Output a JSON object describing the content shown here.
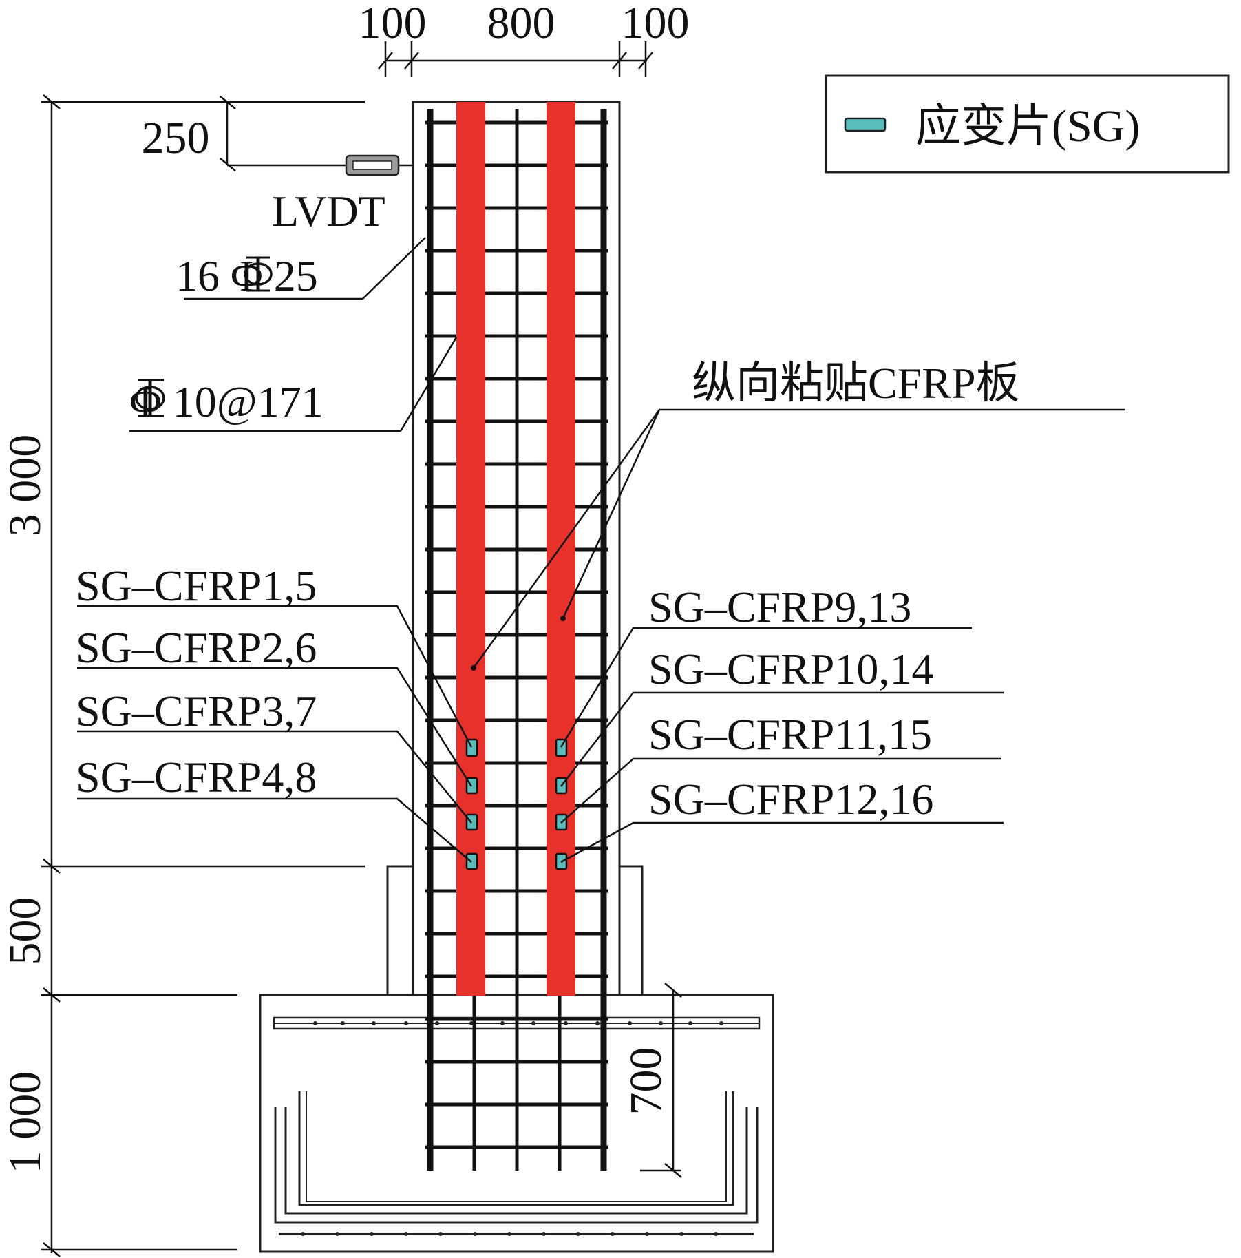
{
  "colors": {
    "cfrp": "#e8312a",
    "strain_gauge": "#5bbcbc",
    "steel": "#111111",
    "outline": "#222222"
  },
  "dimensions": {
    "top_left_cover": "100",
    "top_width": "800",
    "top_right_cover": "100",
    "lvdt_offset": "250",
    "column_height": "3 000",
    "stub_height": "500",
    "footing_height": "1 000",
    "embed_depth": "700"
  },
  "labels": {
    "lvdt": "LVDT",
    "longitudinal_bars": "16 Φ 25",
    "stirrups": "Φ 10@171",
    "cfrp_plate": "纵向粘贴CFRP板",
    "sg_left": [
      "SG–CFRP1,5",
      "SG–CFRP2,6",
      "SG–CFRP3,7",
      "SG–CFRP4,8"
    ],
    "sg_right": [
      "SG–CFRP9,13",
      "SG–CFRP10,14",
      "SG–CFRP11,15",
      "SG–CFRP12,16"
    ]
  },
  "legend": {
    "strain_gauge_label": "应变片(SG)",
    "strain_gauge_icon": "strain-gauge-swatch"
  }
}
